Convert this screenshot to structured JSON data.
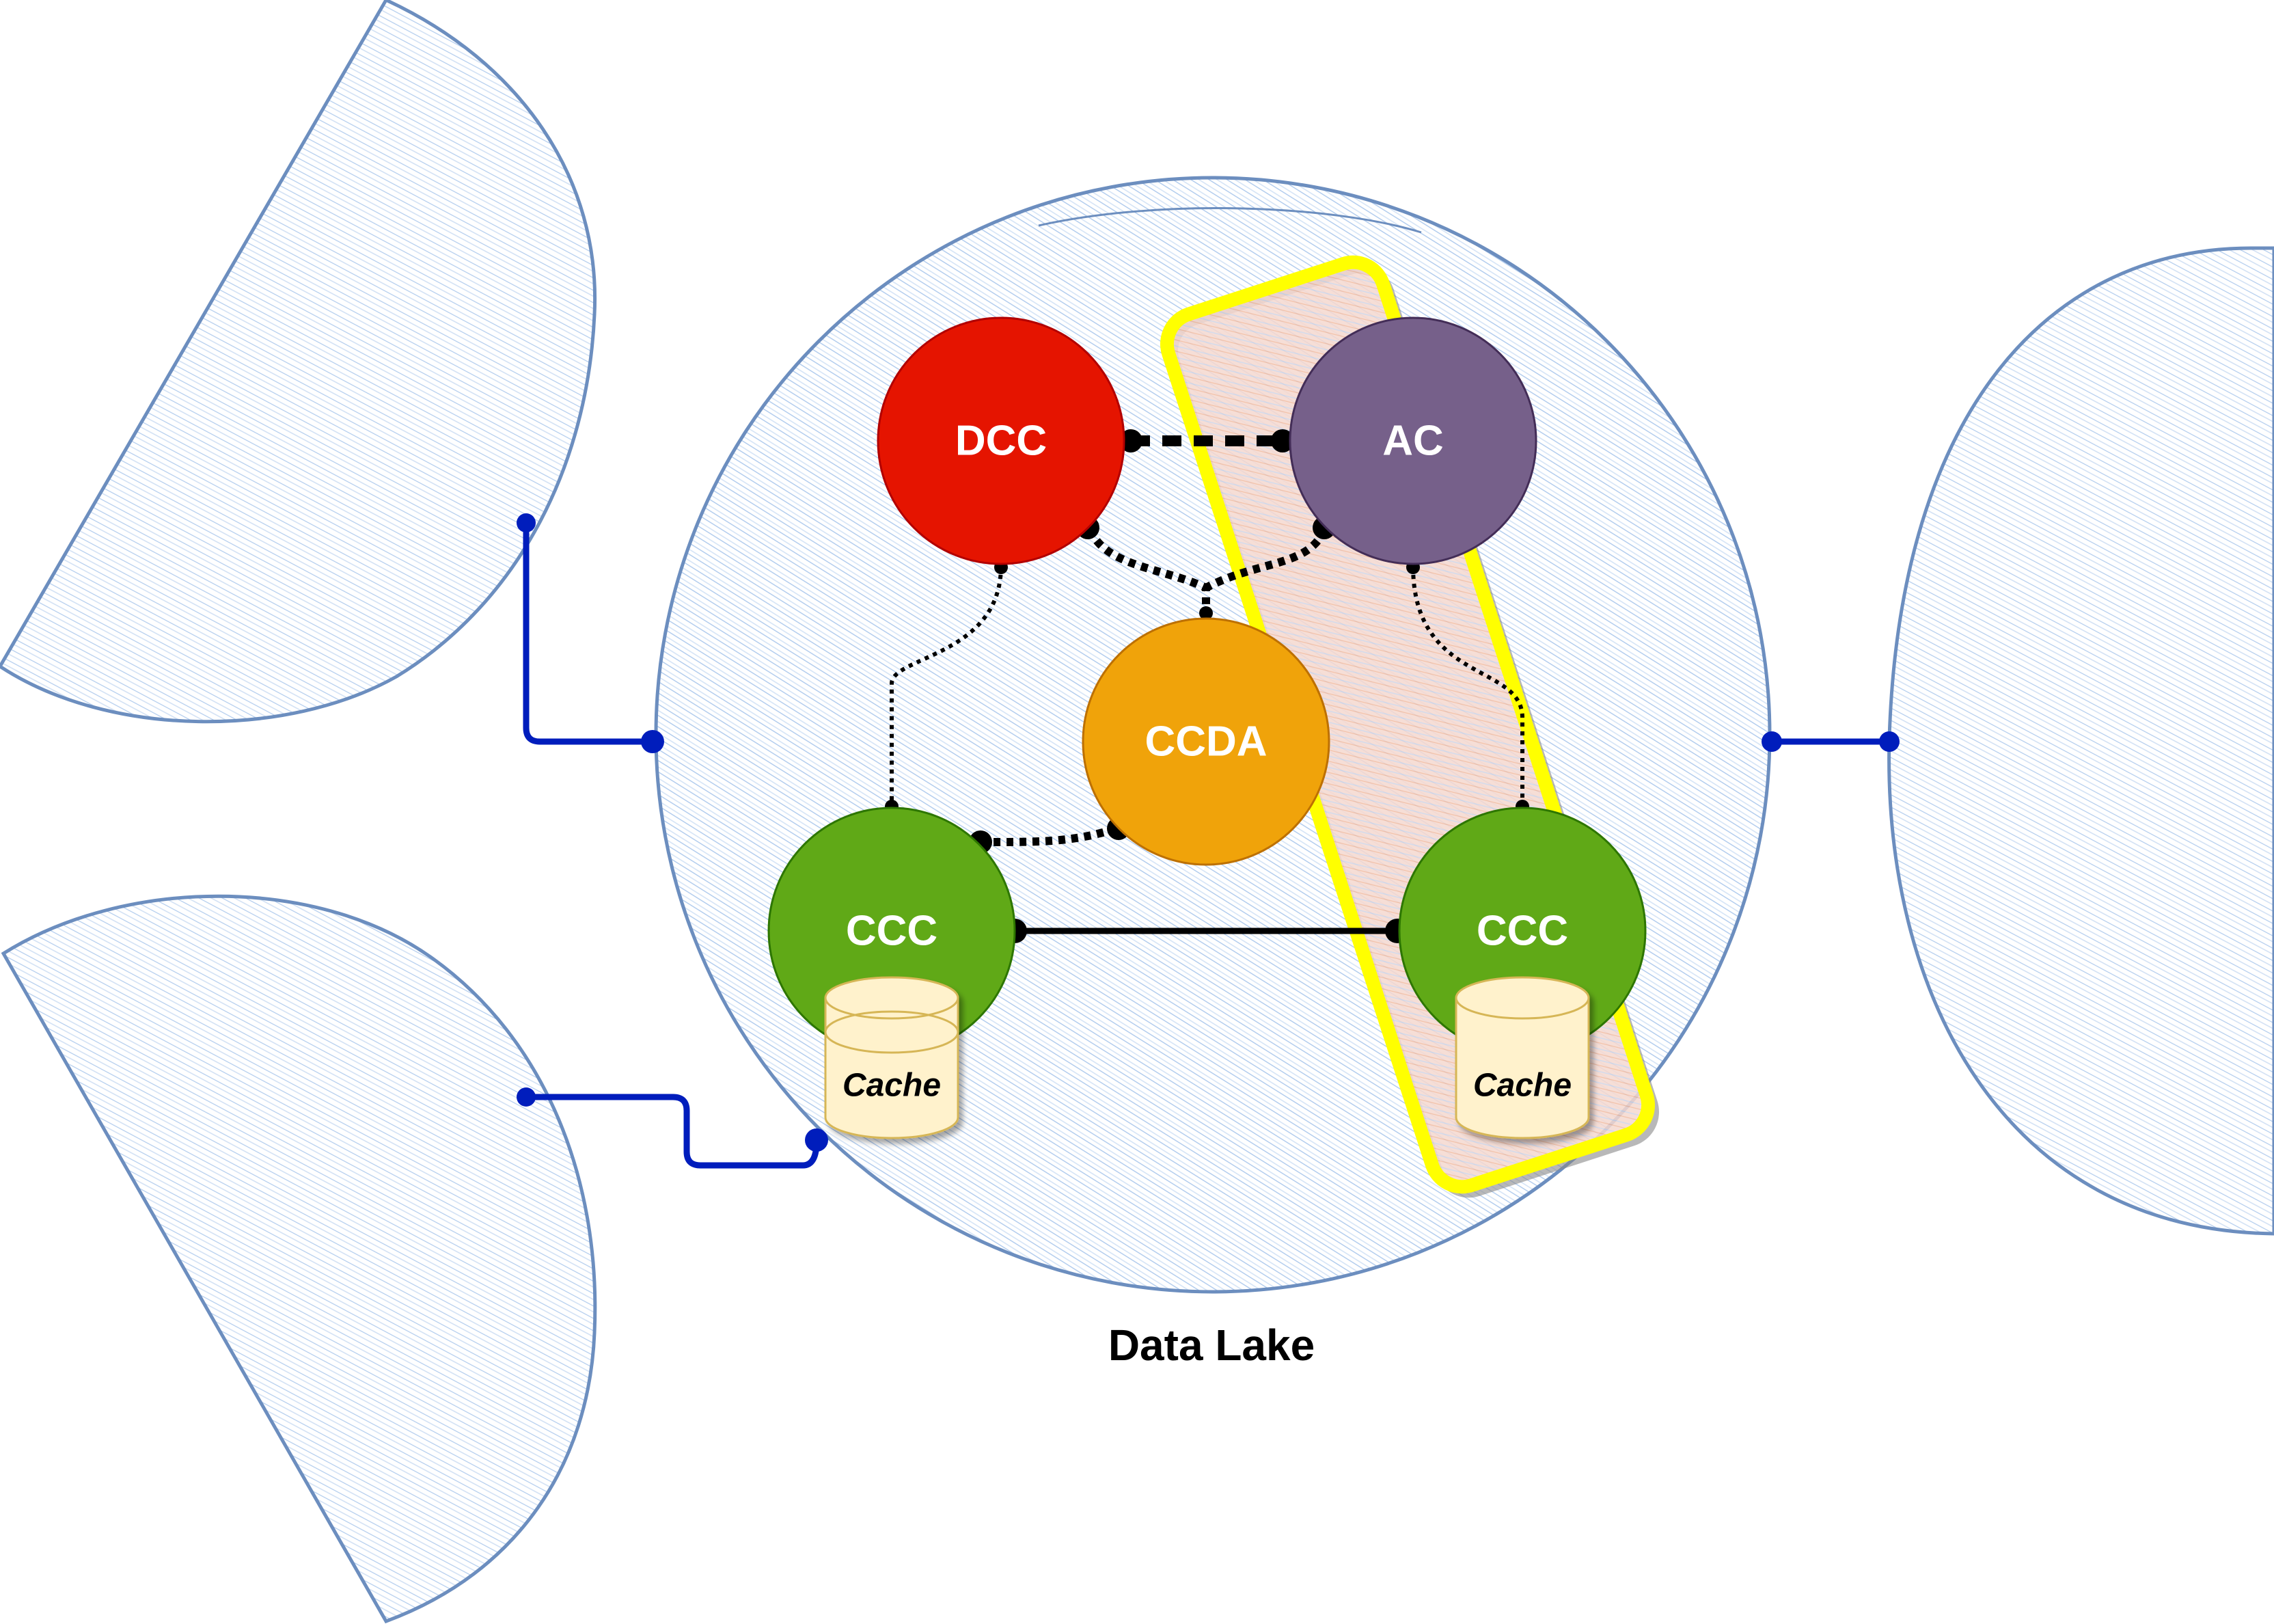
{
  "diagram": {
    "lake_label": "Data Lake",
    "nodes": {
      "dcc": "DCC",
      "ac": "AC",
      "ccda": "CCDA",
      "ccc_left": "CCC",
      "ccc_right": "CCC"
    },
    "caches": {
      "left": "Cache",
      "right": "Cache"
    },
    "colors": {
      "lake_stroke": "#6c8ebf",
      "lake_hatch": "#b3cdee",
      "dcc": "#e51400",
      "ac": "#76608a",
      "ccda": "#f0a30a",
      "ccc": "#60a917",
      "cache_fill": "#fff2cc",
      "cache_stroke": "#d6b656",
      "highlight_stroke": "#ffff00",
      "highlight_fill": "#f8cecc",
      "external_link": "#001dbc"
    }
  }
}
